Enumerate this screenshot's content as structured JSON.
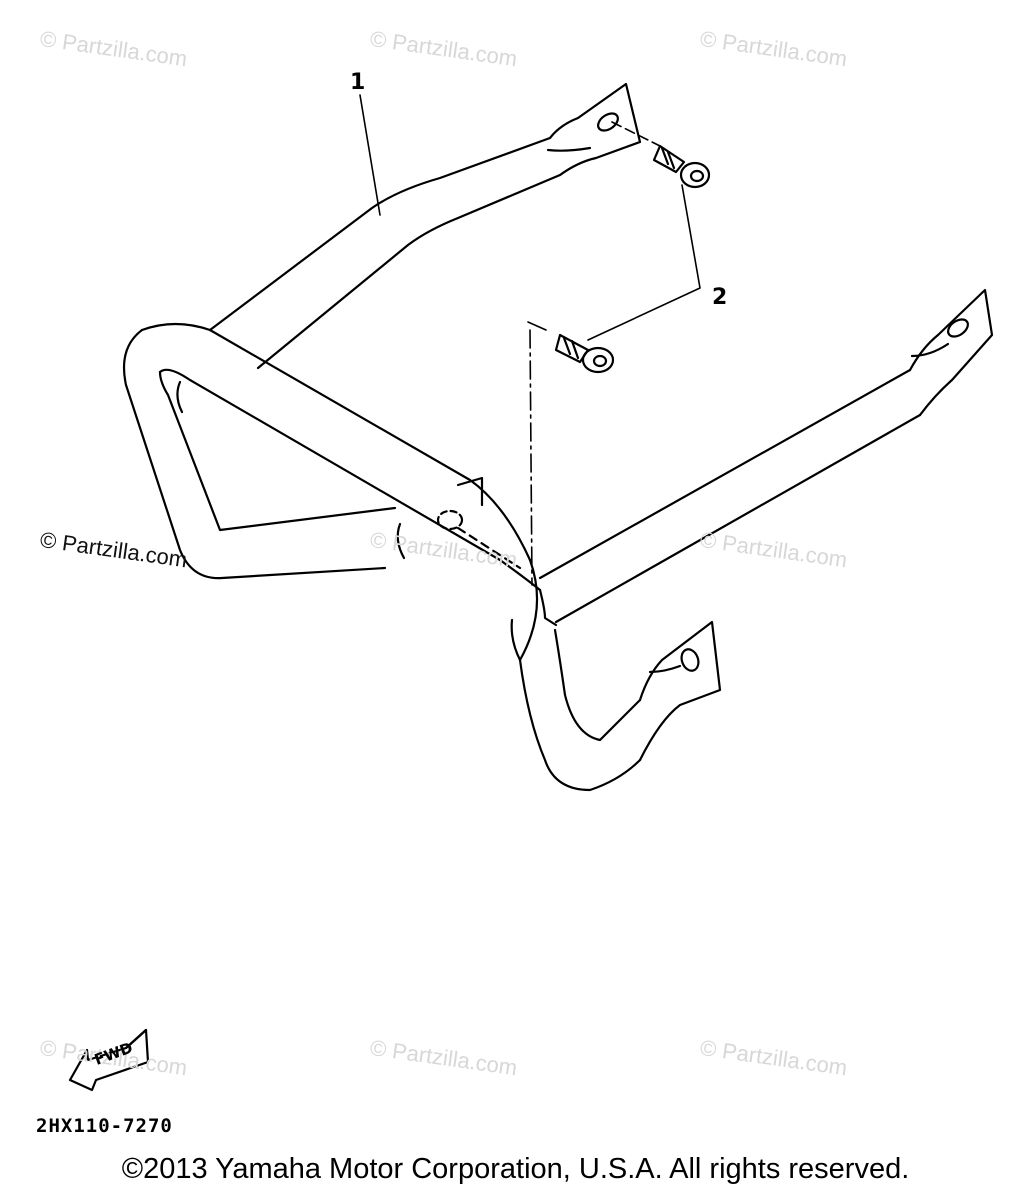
{
  "watermark": "© Partzilla.com",
  "callouts": {
    "part1": "1",
    "part2": "2"
  },
  "fwd_label": "FWD",
  "diagram_code": "2HX110-7270",
  "copyright": "©2013 Yamaha Motor Corporation, U.S.A. All rights reserved."
}
